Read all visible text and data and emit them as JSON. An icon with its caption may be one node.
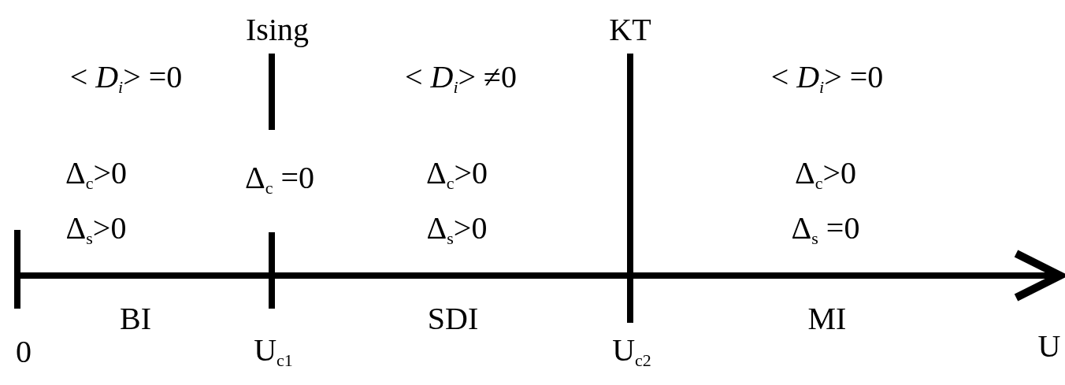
{
  "diagram": {
    "labels": [
      "Ising",
      "KT",
      "< *D*$_{i}$> =0",
      "< *D*$_{i}$>  ≠0",
      "< *D*$_{i}$> =0",
      "Δ$_{c}$>0",
      "Δ$_{c}$ =0",
      "Δ$_{c}$>0",
      "Δ$_{c}$>0",
      "Δ$_{s}$>0",
      "Δ$_{s}$>0",
      "Δ$_{s}$ =0",
      "BI",
      "SDI",
      "MI",
      "0",
      "U$_{c1}$",
      "U$_{c2}$",
      "U"
    ]
  }
}
